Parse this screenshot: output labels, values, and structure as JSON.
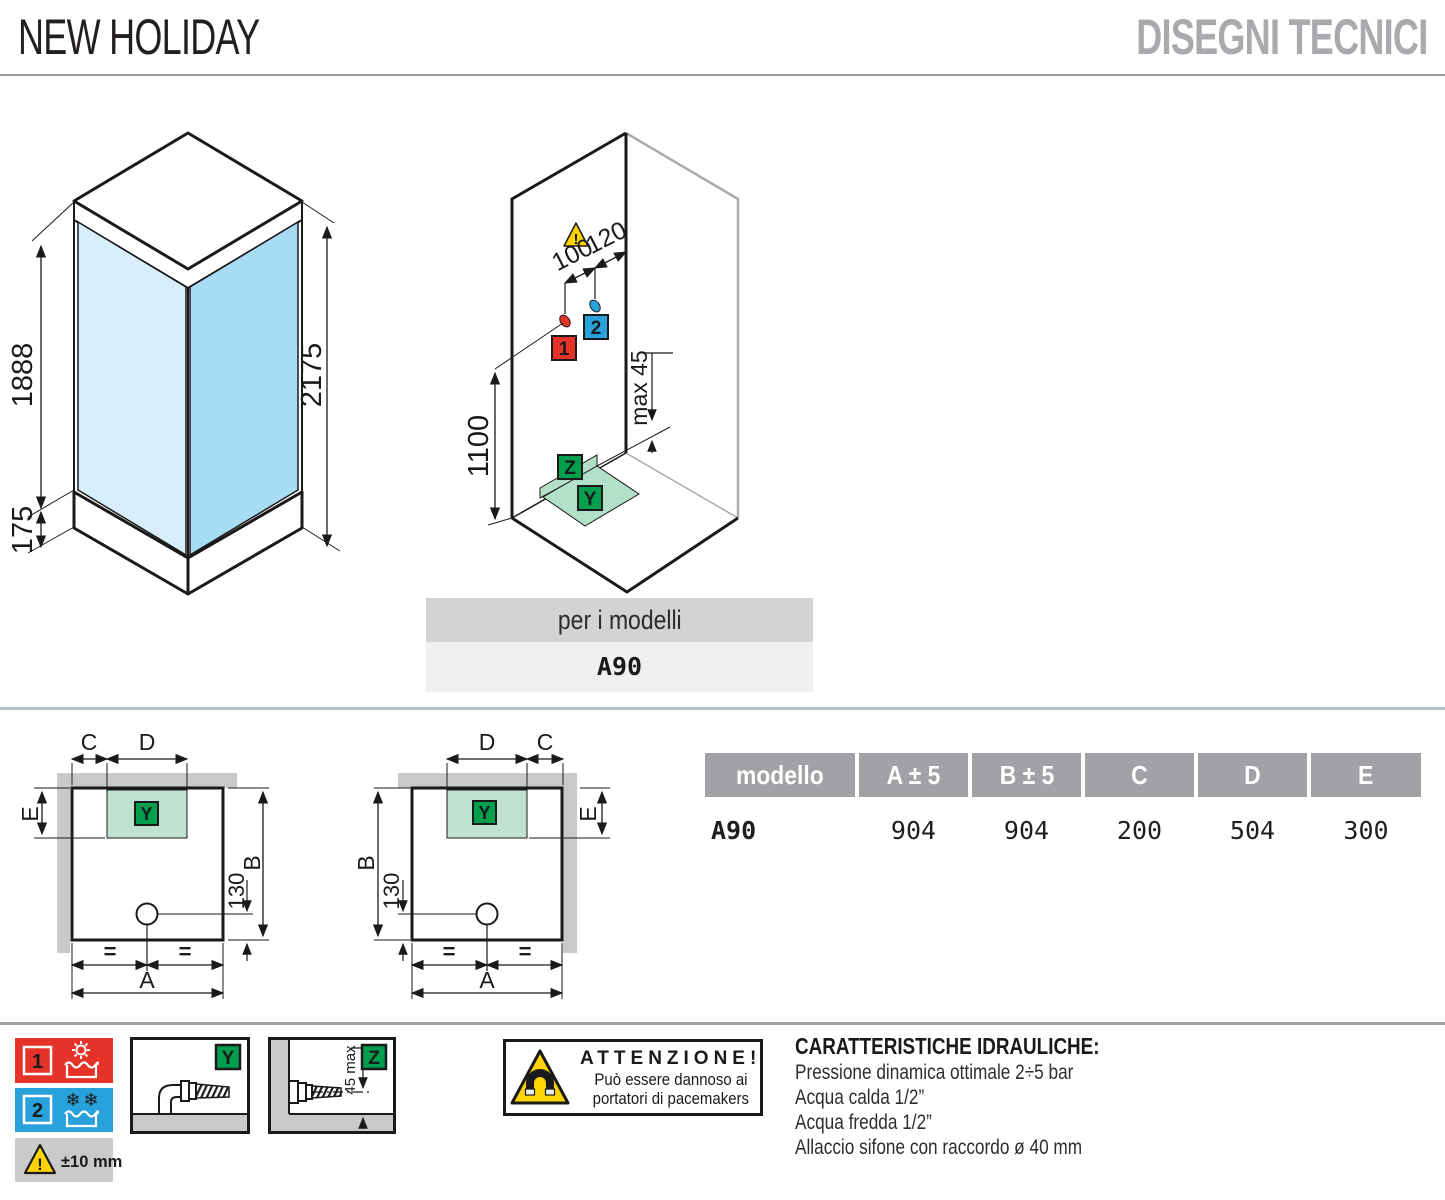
{
  "header": {
    "product": "NEW HOLIDAY",
    "section": "DISEGNI TECNICI"
  },
  "iso_front": {
    "glass_height": "1888",
    "tray_height": "175",
    "total_height": "2175"
  },
  "iso_inside": {
    "warning_mark": "!",
    "dim_100": "100",
    "dim_120": "120",
    "dim_height": "1100",
    "dim_drain": "max 45",
    "marker_hot": "1",
    "marker_cold": "2",
    "marker_wall_drain": "Z",
    "marker_floor_drain": "Y"
  },
  "models_box": {
    "label": "per i modelli",
    "model": "A90"
  },
  "plan": {
    "label_a": "A",
    "label_b": "B",
    "label_c": "C",
    "label_d": "D",
    "label_e": "E",
    "label_130": "130",
    "equal_mark": "=",
    "drain_badge": "Y"
  },
  "table": {
    "headers": [
      "modello",
      "A ± 5",
      "B ± 5",
      "C",
      "D",
      "E"
    ],
    "row": [
      "A90",
      "904",
      "904",
      "200",
      "504",
      "300"
    ]
  },
  "legend": {
    "hot_number": "1",
    "cold_number": "2",
    "tolerance": "±10 mm",
    "tolerance_mark": "!"
  },
  "details": {
    "y_badge": "Y",
    "z_badge": "Z",
    "z_dim": "45 max"
  },
  "attention": {
    "warning_mark": "!",
    "title": "ATTENZIONE!",
    "line1": "Può essere dannoso ai",
    "line2": "portatori di pacemakers"
  },
  "hydraulics": {
    "title": "CARATTERISTICHE IDRAULICHE:",
    "lines": [
      "Pressione dinamica ottimale 2÷5 bar",
      "Acqua calda 1/2”",
      "Acqua fredda 1/2”",
      "Allaccio sifone con raccordo ø 40 mm"
    ]
  },
  "colors": {
    "accent_red": "#e5332a",
    "accent_blue": "#29a2db",
    "accent_green": "#009e4d",
    "glass_light": "#d8eefb",
    "glass_dark": "#a8dcf4",
    "drain_green": "#b2e0c9",
    "warning_yellow": "#ffd400",
    "table_header_gray": "#a0a2a5",
    "wall_gray": "#c8cac9"
  }
}
